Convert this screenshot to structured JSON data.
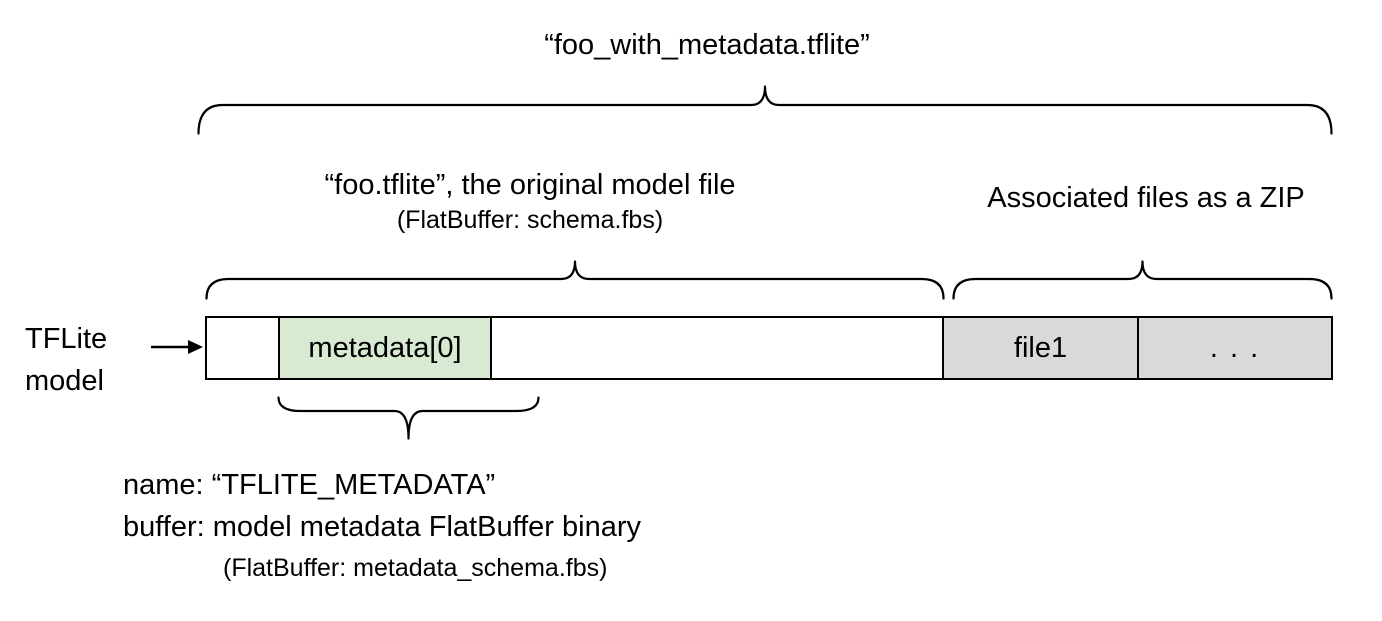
{
  "diagram": {
    "title": "“foo_with_metadata.tflite”",
    "model_section": {
      "label": "“foo.tflite”, the original model file",
      "sublabel": "(FlatBuffer: schema.fbs)"
    },
    "zip_section": {
      "label": "Associated files as a ZIP"
    },
    "pointer": {
      "line1": "TFLite",
      "line2": "model"
    },
    "segments": [
      {
        "name": "empty-header",
        "label": ""
      },
      {
        "name": "metadata",
        "label": "metadata[0]"
      },
      {
        "name": "model-body",
        "label": ""
      },
      {
        "name": "file1",
        "label": "file1"
      },
      {
        "name": "more-files",
        "label": ". . ."
      }
    ],
    "metadata_note": {
      "line1": "name: “TFLITE_METADATA”",
      "line2": "buffer: model metadata FlatBuffer binary",
      "line3": "(FlatBuffer: metadata_schema.fbs)"
    },
    "colors": {
      "metadata_fill": "#d9ead3",
      "associated_file_fill": "#d9d9d9",
      "stroke": "#000000",
      "background": "#ffffff"
    }
  }
}
